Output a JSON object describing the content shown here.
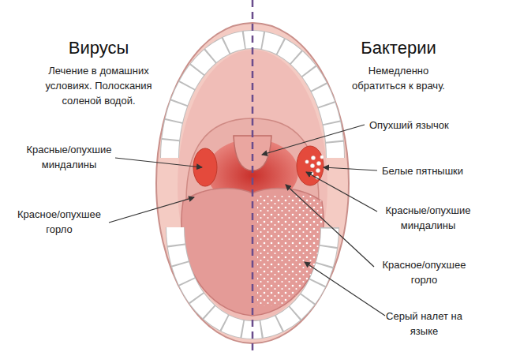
{
  "diagram": {
    "labels": [
      "Вирусы",
      "Лечение в домашних условиях. Полоскания соленой водой.",
      "Бактерии",
      "Немедленно обратиться к врачу.",
      "Опухший язычок",
      "Красные/опухшие миндалины",
      "Белые пятнышки",
      "Красное/опухшее горло",
      "Красные/опухшие миндалины",
      "Красное/опухшее горло",
      "Серый налет на языке"
    ]
  }
}
